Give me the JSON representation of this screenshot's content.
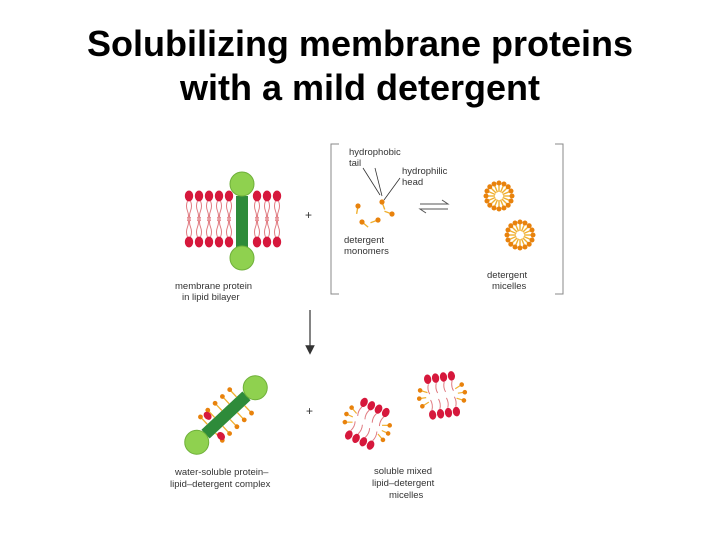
{
  "title": {
    "line1": "Solubilizing membrane proteins",
    "line2": "with a mild detergent"
  },
  "labels": {
    "membrane_protein": [
      "membrane protein",
      "in lipid bilayer"
    ],
    "hydrophobic_tail": [
      "hydrophobic",
      "tail"
    ],
    "hydrophilic_head": [
      "hydrophilic",
      "head"
    ],
    "detergent_monomers": [
      "detergent",
      "monomers"
    ],
    "detergent_micelles": [
      "detergent",
      "micelles"
    ],
    "complex": [
      "water-soluble protein–",
      "lipid–detergent complex"
    ],
    "mixed_micelles": [
      "soluble mixed",
      "lipid–detergent",
      "micelles"
    ],
    "plus": "+"
  },
  "colors": {
    "protein_green": "#8fd14f",
    "protein_dark": "#2e8b3a",
    "lipid_head": "#d6183c",
    "lipid_tail": "#e07a80",
    "detergent_head": "#e8820c",
    "detergent_tail": "#f0b030",
    "bracket": "#888888"
  }
}
